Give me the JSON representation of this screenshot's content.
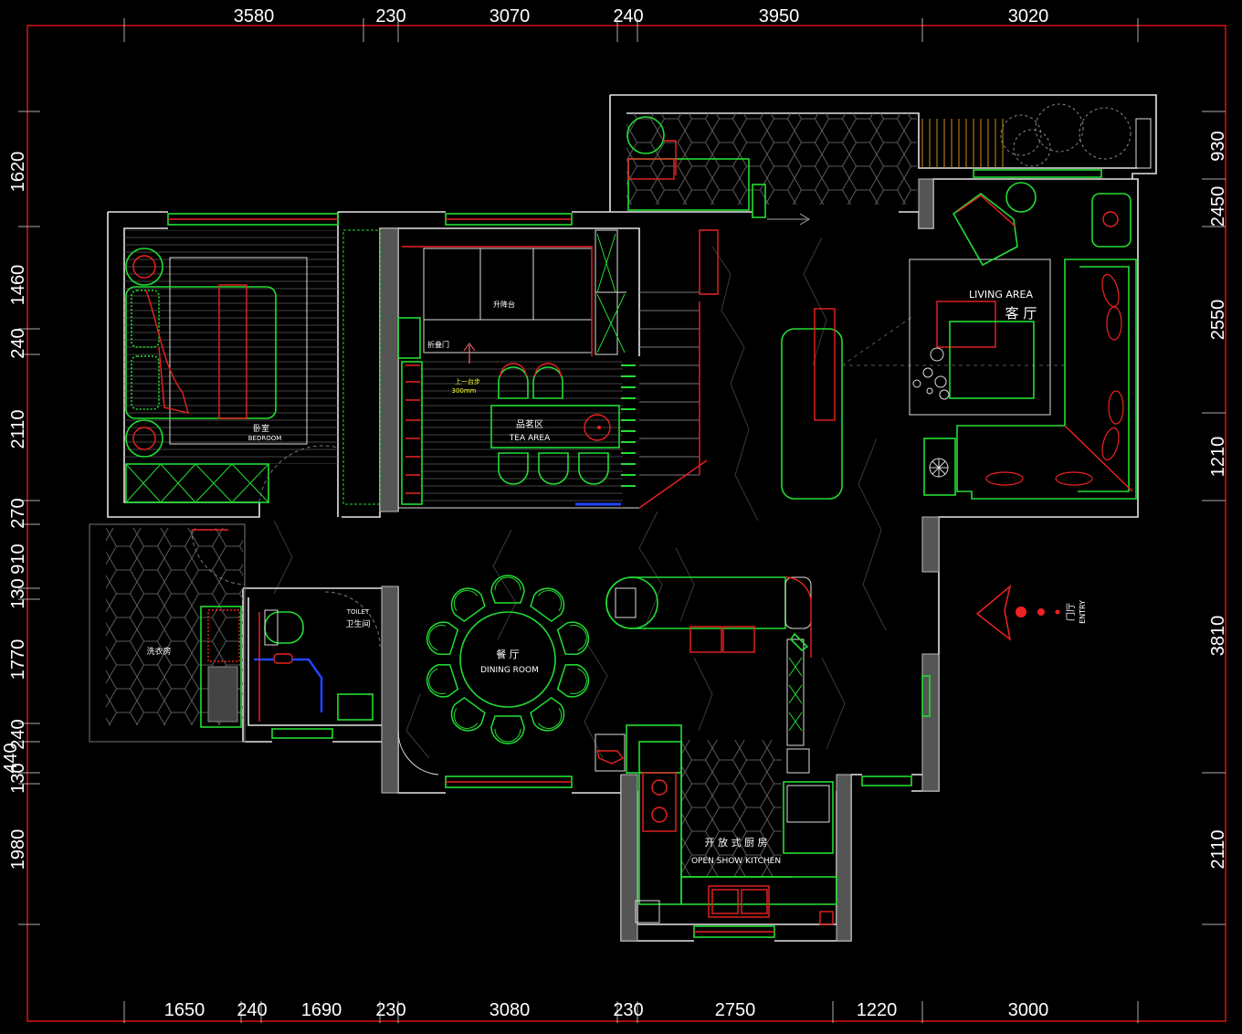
{
  "dimensions": {
    "top": [
      "3580",
      "230",
      "3070",
      "240",
      "3950",
      "3020"
    ],
    "bottom": [
      "1650",
      "240",
      "1690",
      "230",
      "3080",
      "230",
      "2750",
      "1220",
      "3000"
    ],
    "left": [
      "1620",
      "1460",
      "240",
      "2110",
      "270",
      "910",
      "130",
      "1770",
      "240",
      "440",
      "130",
      "1980"
    ],
    "right": [
      "930",
      "2450",
      "2550",
      "1210",
      "3810",
      "2110"
    ]
  },
  "rooms": {
    "bedroom_cn": "卧室",
    "bedroom_en": "BEDROOM",
    "laundry_cn": "洗衣房",
    "toilet_en": "TOILET",
    "toilet_cn": "卫生间",
    "lift_platform_cn": "升降台",
    "folding_door_cn": "折叠门",
    "step_note_line1": "上一台步",
    "step_note_line2": "300mm",
    "tea_cn": "品茗区",
    "tea_en": "TEA  AREA",
    "dining_cn": "餐 厅",
    "dining_en": "DINING  ROOM",
    "living_en": "LIVING    AREA",
    "living_cn": "客 厅",
    "kitchen_cn": "开 放 式 厨 房",
    "kitchen_en": "OPEN  SHOW  KITCHEN",
    "entry_cn": "门厅",
    "entry_en": "ENTRY"
  },
  "colors": {
    "background": "#000000",
    "walls": "#e6e6e6",
    "furniture": "#22dd33",
    "accent": "#ee2222",
    "text": "#ffffff",
    "note": "#ffff33"
  },
  "icons": [
    "entry-direction-marker",
    "balcony-exit-arrow",
    "step-up-arrow"
  ]
}
